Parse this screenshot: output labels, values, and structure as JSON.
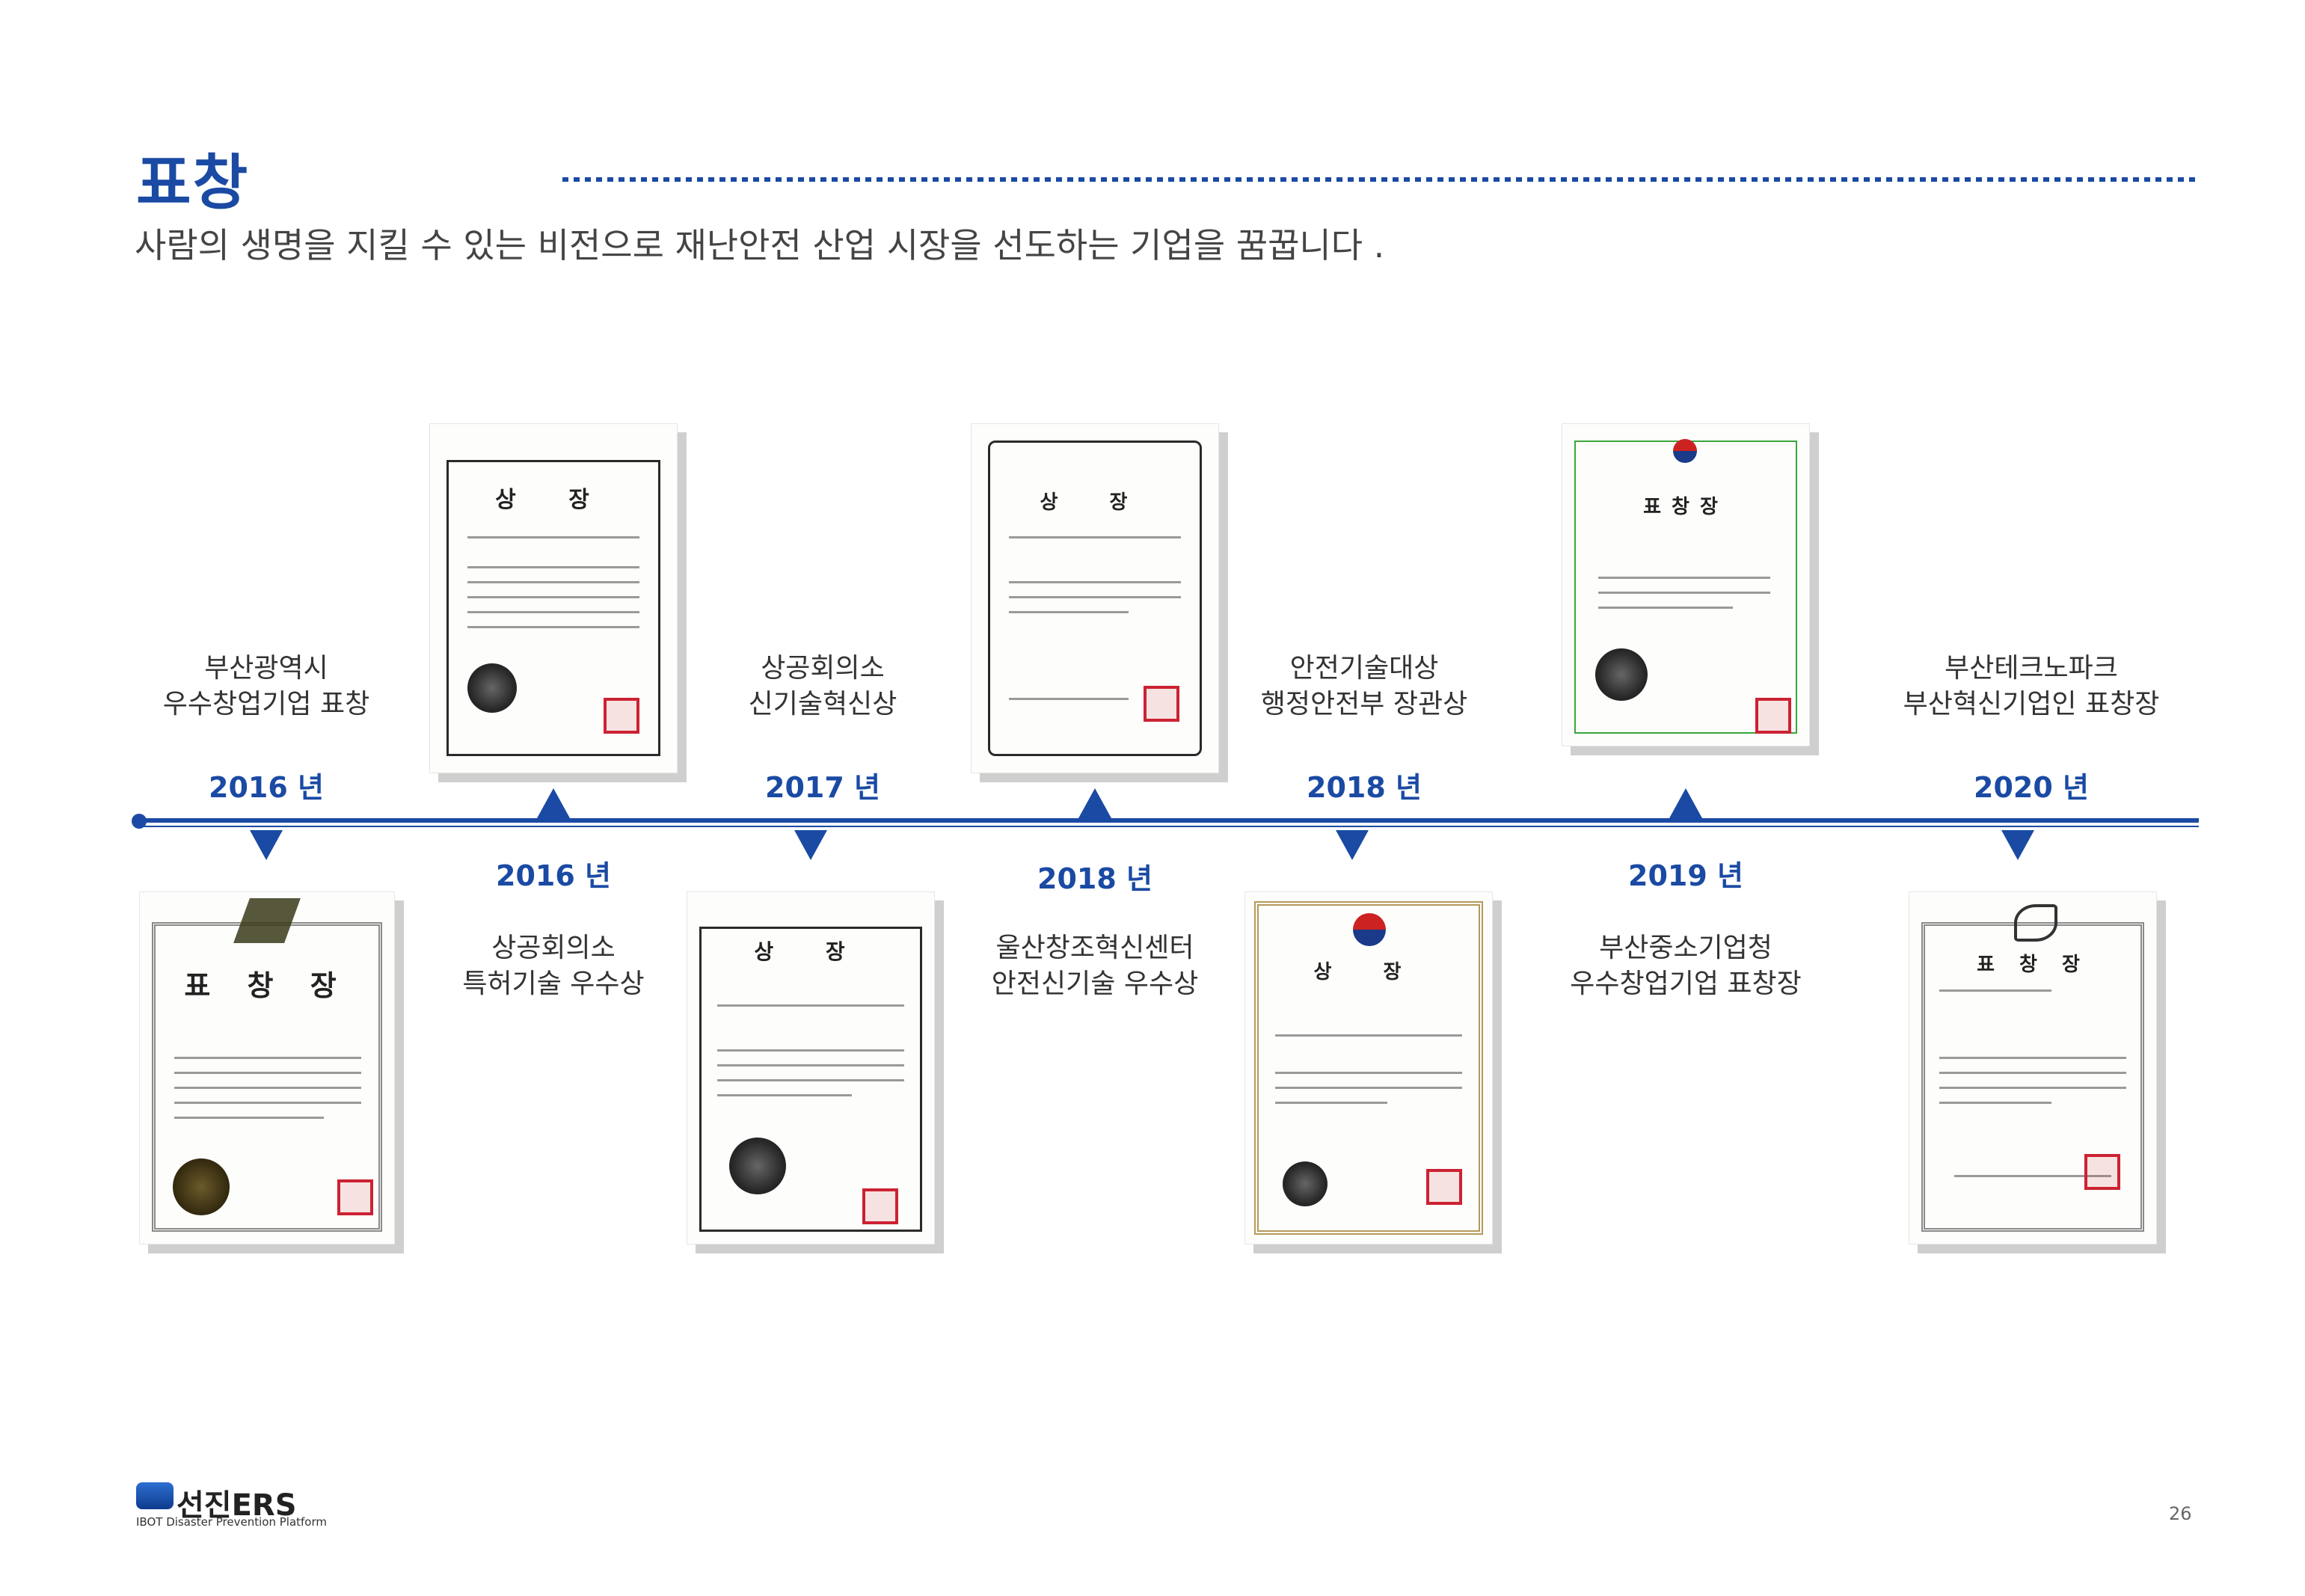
{
  "header": {
    "title": "표창",
    "subtitle": "사람의 생명을 지킬 수 있는 비전으로 재난안전 산업 시장을 선도하는 기업을 꿈꿉니다 ."
  },
  "timeline": {
    "top": [
      {
        "year": "2016 년",
        "label1": "부산광역시",
        "label2": "우수창업기업 표창"
      },
      {
        "year": "2017 년",
        "label1": "상공회의소",
        "label2": "신기술혁신상"
      },
      {
        "year": "2018 년",
        "label1": "안전기술대상",
        "label2": "행정안전부 장관상"
      },
      {
        "year": "2020 년",
        "label1": "부산테크노파크",
        "label2": "부산혁신기업인 표창장"
      }
    ],
    "bottom": [
      {
        "year": "2016 년",
        "label1": "상공회의소",
        "label2": "특허기술 우수상"
      },
      {
        "year": "2018 년",
        "label1": "울산창조혁신센터",
        "label2": "안전신기술 우수상"
      },
      {
        "year": "2019 년",
        "label1": "부산중소기업청",
        "label2": "우수창업기업 표창장"
      }
    ]
  },
  "certificates": {
    "c1": "상 장",
    "c2": "상 장",
    "c3": "표창장",
    "c4": "표 창 장",
    "c5": "상 장",
    "c6": "상 장",
    "c7": "표 창 장"
  },
  "footer": {
    "logo": "선진ERS",
    "tagline": "IBOT Disaster Prevention Platform",
    "page": "26"
  },
  "colors": {
    "accent": "#1a4aa3"
  }
}
